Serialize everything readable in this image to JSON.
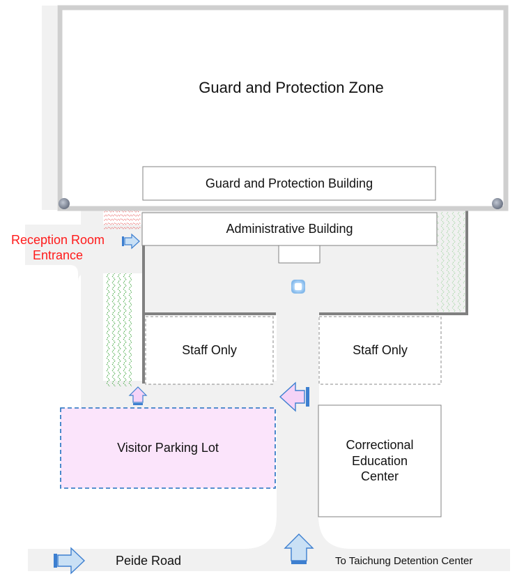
{
  "map": {
    "zone_title": "Guard and Protection Zone",
    "guard_building": "Guard and Protection Building",
    "admin_building": "Administrative Building",
    "reception_entrance": [
      "Reception Room",
      "Entrance"
    ],
    "staff_only_left": "Staff Only",
    "staff_only_right": "Staff Only",
    "visitor_parking": "Visitor Parking Lot",
    "correctional_center": [
      "Correctional",
      "Education",
      "Center"
    ],
    "road_name": "Peide Road",
    "detention_direction": "To Taichung Detention Center"
  },
  "colors": {
    "road": "#f1f1f1",
    "wall_border": "#cfcfcf",
    "wall_dark": "#808080",
    "parking_fill": "#fbe4fb",
    "parking_border": "#1f6fbf",
    "entrance_text": "#ff1a1a",
    "arrow_fill_pink": "#f5d3f7",
    "arrow_fill_blue": "#c9e0f5",
    "arrow_stroke": "#3d7fd0",
    "greenery": "#2e9e2e",
    "hatch_red": "#e86060"
  }
}
